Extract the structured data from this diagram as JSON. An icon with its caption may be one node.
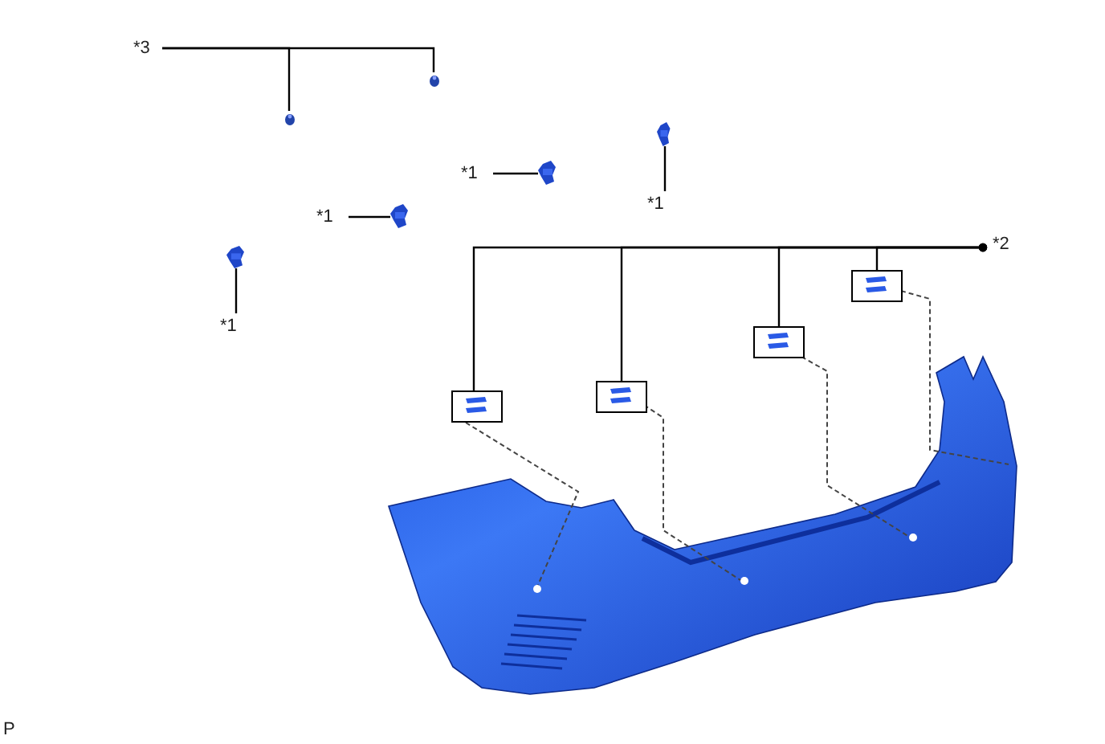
{
  "diagram": {
    "nodes": [
      {
        "text": [
          "*3"
        ]
      },
      {
        "text": [],
        "shape": "picture"
      },
      {
        "text": [],
        "shape": "picture"
      },
      {
        "text": [
          "*1"
        ]
      },
      {
        "text": [],
        "shape": "picture"
      },
      {
        "text": [
          "*1"
        ]
      },
      {
        "text": [],
        "shape": "picture"
      },
      {
        "text": [
          "*1"
        ]
      },
      {
        "text": [],
        "shape": "picture"
      },
      {
        "text": [
          "*1"
        ]
      },
      {
        "text": [],
        "shape": "picture"
      },
      {
        "text": [
          "*2"
        ]
      },
      {
        "text": [],
        "shape": "box"
      },
      {
        "text": [],
        "shape": "box"
      },
      {
        "text": [],
        "shape": "box"
      },
      {
        "text": [],
        "shape": "box"
      },
      {
        "text": [],
        "shape": "picture"
      },
      {
        "text": [],
        "shape": "circle",
        "in": 16
      },
      {
        "text": [],
        "shape": "circle",
        "in": 16
      },
      {
        "text": [],
        "shape": "circle",
        "in": 16
      }
    ],
    "edges": [
      {
        "from": 0,
        "to": 1,
        "arrow": "none"
      },
      {
        "from": 0,
        "to": 2,
        "arrow": "none"
      },
      {
        "from": 3,
        "to": 4,
        "arrow": "none"
      },
      {
        "from": 5,
        "to": 6,
        "arrow": "none"
      },
      {
        "from": 7,
        "to": 8,
        "arrow": "none"
      },
      {
        "from": 9,
        "to": 10,
        "arrow": "none"
      },
      {
        "from": 11,
        "to": 12,
        "arrow": "other"
      },
      {
        "from": 11,
        "to": 13,
        "arrow": "other"
      },
      {
        "from": 11,
        "to": 14,
        "arrow": "other"
      },
      {
        "from": 11,
        "to": 15,
        "arrow": "other"
      },
      {
        "from": 12,
        "to": 17,
        "arrow": "none",
        "style": "dashed"
      },
      {
        "from": 13,
        "to": 18,
        "arrow": "none",
        "style": "dashed"
      },
      {
        "from": 14,
        "to": 19,
        "arrow": "none",
        "style": "dashed"
      },
      {
        "from": 15,
        "to": 16,
        "arrow": "none",
        "style": "dashed"
      }
    ],
    "labels": [
      "P"
    ]
  }
}
